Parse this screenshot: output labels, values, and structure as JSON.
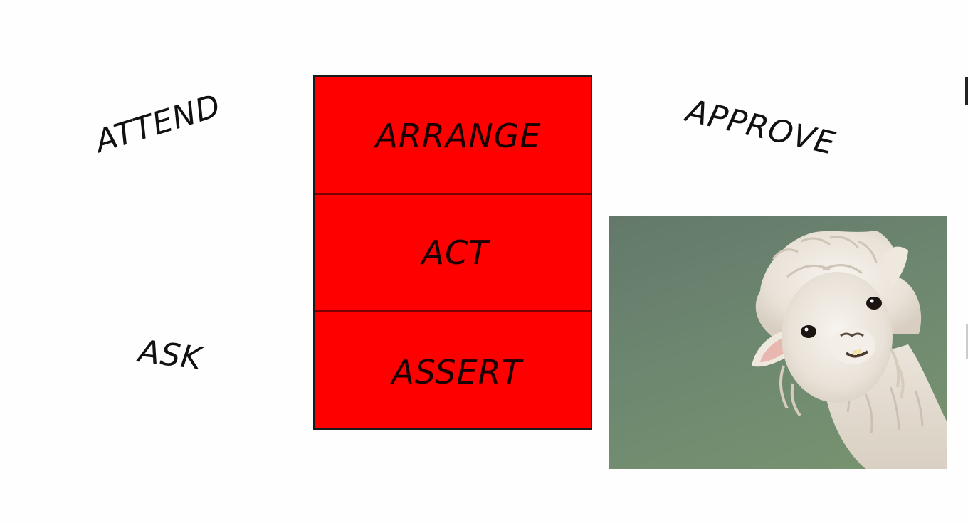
{
  "words": {
    "attend": "ATTEND",
    "approve": "APPROVE",
    "ask": "ASK"
  },
  "stack": {
    "cells": [
      "ARRANGE",
      "ACT",
      "ASSERT"
    ],
    "fill_color": "#ff0000"
  },
  "photo": {
    "subject": "alpaca",
    "background_color": "#6d8770"
  }
}
